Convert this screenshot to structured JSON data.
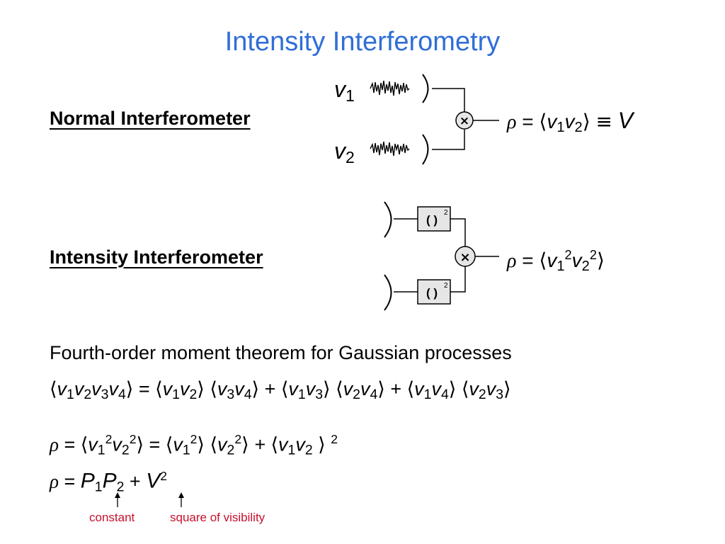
{
  "slide": {
    "title": "Intensity Interferometry",
    "normal_label": "Normal Interferometer",
    "intensity_label": "Intensity Interferometer",
    "theorem_text": "Fourth-order moment theorem for Gaussian processes",
    "notes": {
      "constant": "constant",
      "visibility": "square of visibility"
    }
  },
  "diagram_normal": {
    "v1": {
      "base": "v",
      "sub": "1"
    },
    "v2": {
      "base": "v",
      "sub": "2"
    },
    "multiplier_symbol": "×"
  },
  "diagram_intensity": {
    "square_box": "( )",
    "square_exp": "2",
    "multiplier_symbol": "×"
  },
  "formulas": {
    "normal": "ρ = ⟨v1v2⟩ ≡ V",
    "intensity": "ρ = ⟨v1²v2²⟩",
    "theorem": "⟨v1v2v3v4⟩ = ⟨v1v2⟩ ⟨v3v4⟩ + ⟨v1v3⟩ ⟨v2v4⟩ + ⟨v1v4⟩ ⟨v2v3⟩",
    "expansion": "ρ = ⟨v1²v2²⟩ = ⟨v1²⟩ ⟨v2²⟩ + ⟨v1v2 ⟩ ²",
    "result": "ρ = P1P2 + V²"
  }
}
